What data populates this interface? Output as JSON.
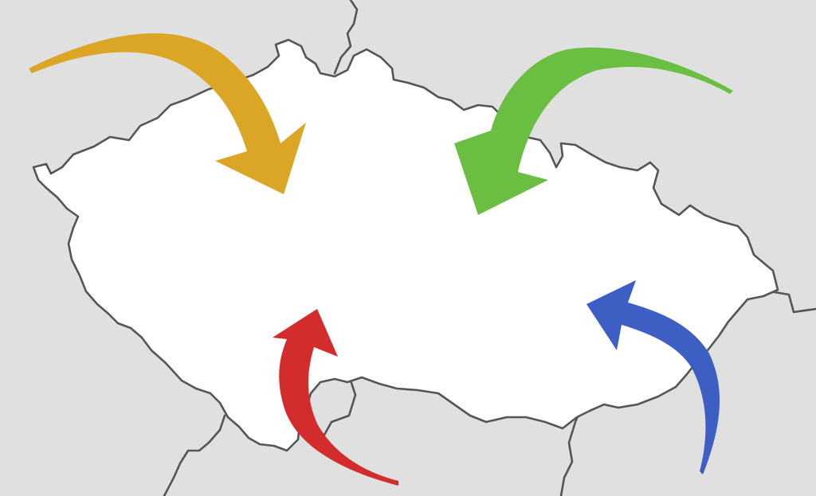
{
  "map": {
    "background_color": "#e0e0e0",
    "land_color": "#ffffff",
    "border_color": "#555555",
    "arrows": [
      {
        "name": "orange-arrow",
        "color": "#dba526",
        "direction": "north-west-inward"
      },
      {
        "name": "green-arrow",
        "color": "#6abf43",
        "direction": "north-east-inward"
      },
      {
        "name": "red-arrow",
        "color": "#d22c2c",
        "direction": "south-inward"
      },
      {
        "name": "blue-arrow",
        "color": "#3d5fc4",
        "direction": "south-east-inward"
      }
    ]
  }
}
